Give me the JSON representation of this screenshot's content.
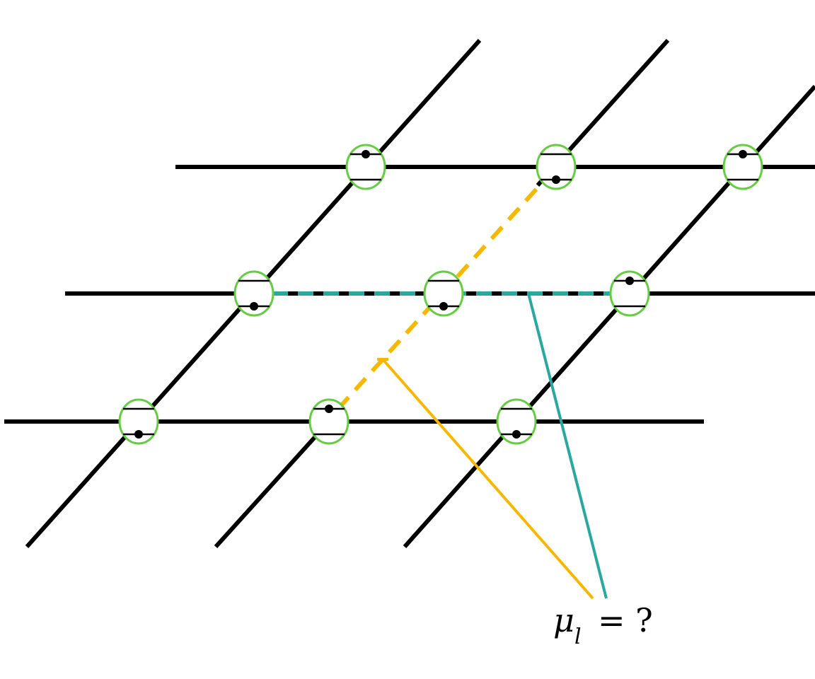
{
  "label": {
    "symbol": "μ",
    "subscript": "l",
    "equals_question": "= ?"
  },
  "colors": {
    "lattice": "#000000",
    "site_ring": "#66cc44",
    "level_line": "#000000",
    "electron": "#000000",
    "bond_horizontal": "#2aa8a0",
    "bond_diagonal": "#f5b800"
  },
  "sites": [
    {
      "row": 0,
      "col": 0,
      "electron": "top"
    },
    {
      "row": 0,
      "col": 1,
      "electron": "bottom"
    },
    {
      "row": 0,
      "col": 2,
      "electron": "top"
    },
    {
      "row": 1,
      "col": 0,
      "electron": "bottom"
    },
    {
      "row": 1,
      "col": 1,
      "electron": "bottom"
    },
    {
      "row": 1,
      "col": 2,
      "electron": "top"
    },
    {
      "row": 2,
      "col": 0,
      "electron": "bottom"
    },
    {
      "row": 2,
      "col": 1,
      "electron": "top"
    },
    {
      "row": 2,
      "col": 2,
      "electron": "bottom"
    }
  ]
}
